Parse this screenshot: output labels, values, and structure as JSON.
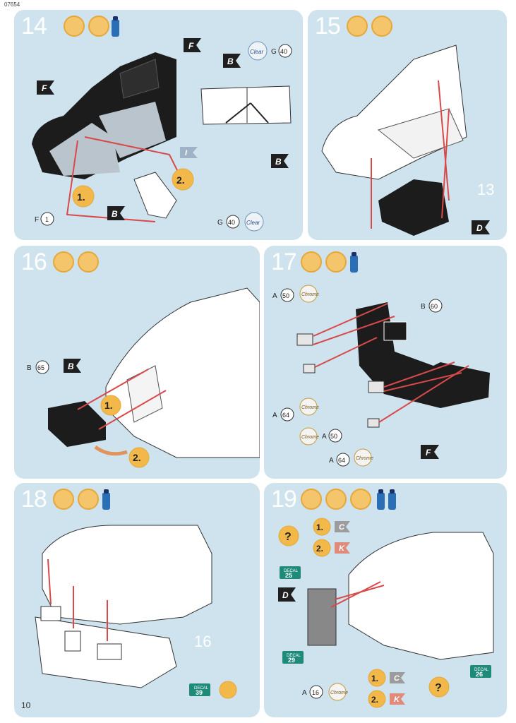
{
  "header_code": "07654",
  "page_number": "10",
  "steps": [
    {
      "number": "14"
    },
    {
      "number": "15"
    },
    {
      "number": "16"
    },
    {
      "number": "17"
    },
    {
      "number": "18"
    },
    {
      "number": "19"
    }
  ],
  "flags": {
    "F": "F",
    "B": "B",
    "D": "D",
    "I": "I",
    "C": "C",
    "K": "K"
  },
  "step14": {
    "part_g40": "40",
    "part_f1": "1",
    "clear": "Clear",
    "seq1": "1.",
    "seq2": "2.",
    "g_letter": "G",
    "f_letter": "F"
  },
  "step15": {
    "part13": "13"
  },
  "step16": {
    "b_letter": "B",
    "part": "65",
    "seq1": "1.",
    "seq2": "2."
  },
  "step17": {
    "a_letter": "A",
    "b_letter": "B",
    "part_a50": "50",
    "part_b60": "60",
    "part_a64": "64",
    "chrome": "Chrome"
  },
  "step18": {
    "part16": "16",
    "decal_label": "DECAL",
    "decal39": "39"
  },
  "step19": {
    "decal_label": "DECAL",
    "decal25": "25",
    "decal29": "29",
    "decal26": "26",
    "a_letter": "A",
    "part_a16": "16",
    "chrome": "Chrome",
    "seq1": "1.",
    "seq2": "2.",
    "question": "?"
  },
  "colors": {
    "panel": "#cfe3ee",
    "flag": "#1f1f1f",
    "arrow": "#d84a4a",
    "gold": "#f2b94a",
    "decal_teal": "#1e8a7a"
  }
}
